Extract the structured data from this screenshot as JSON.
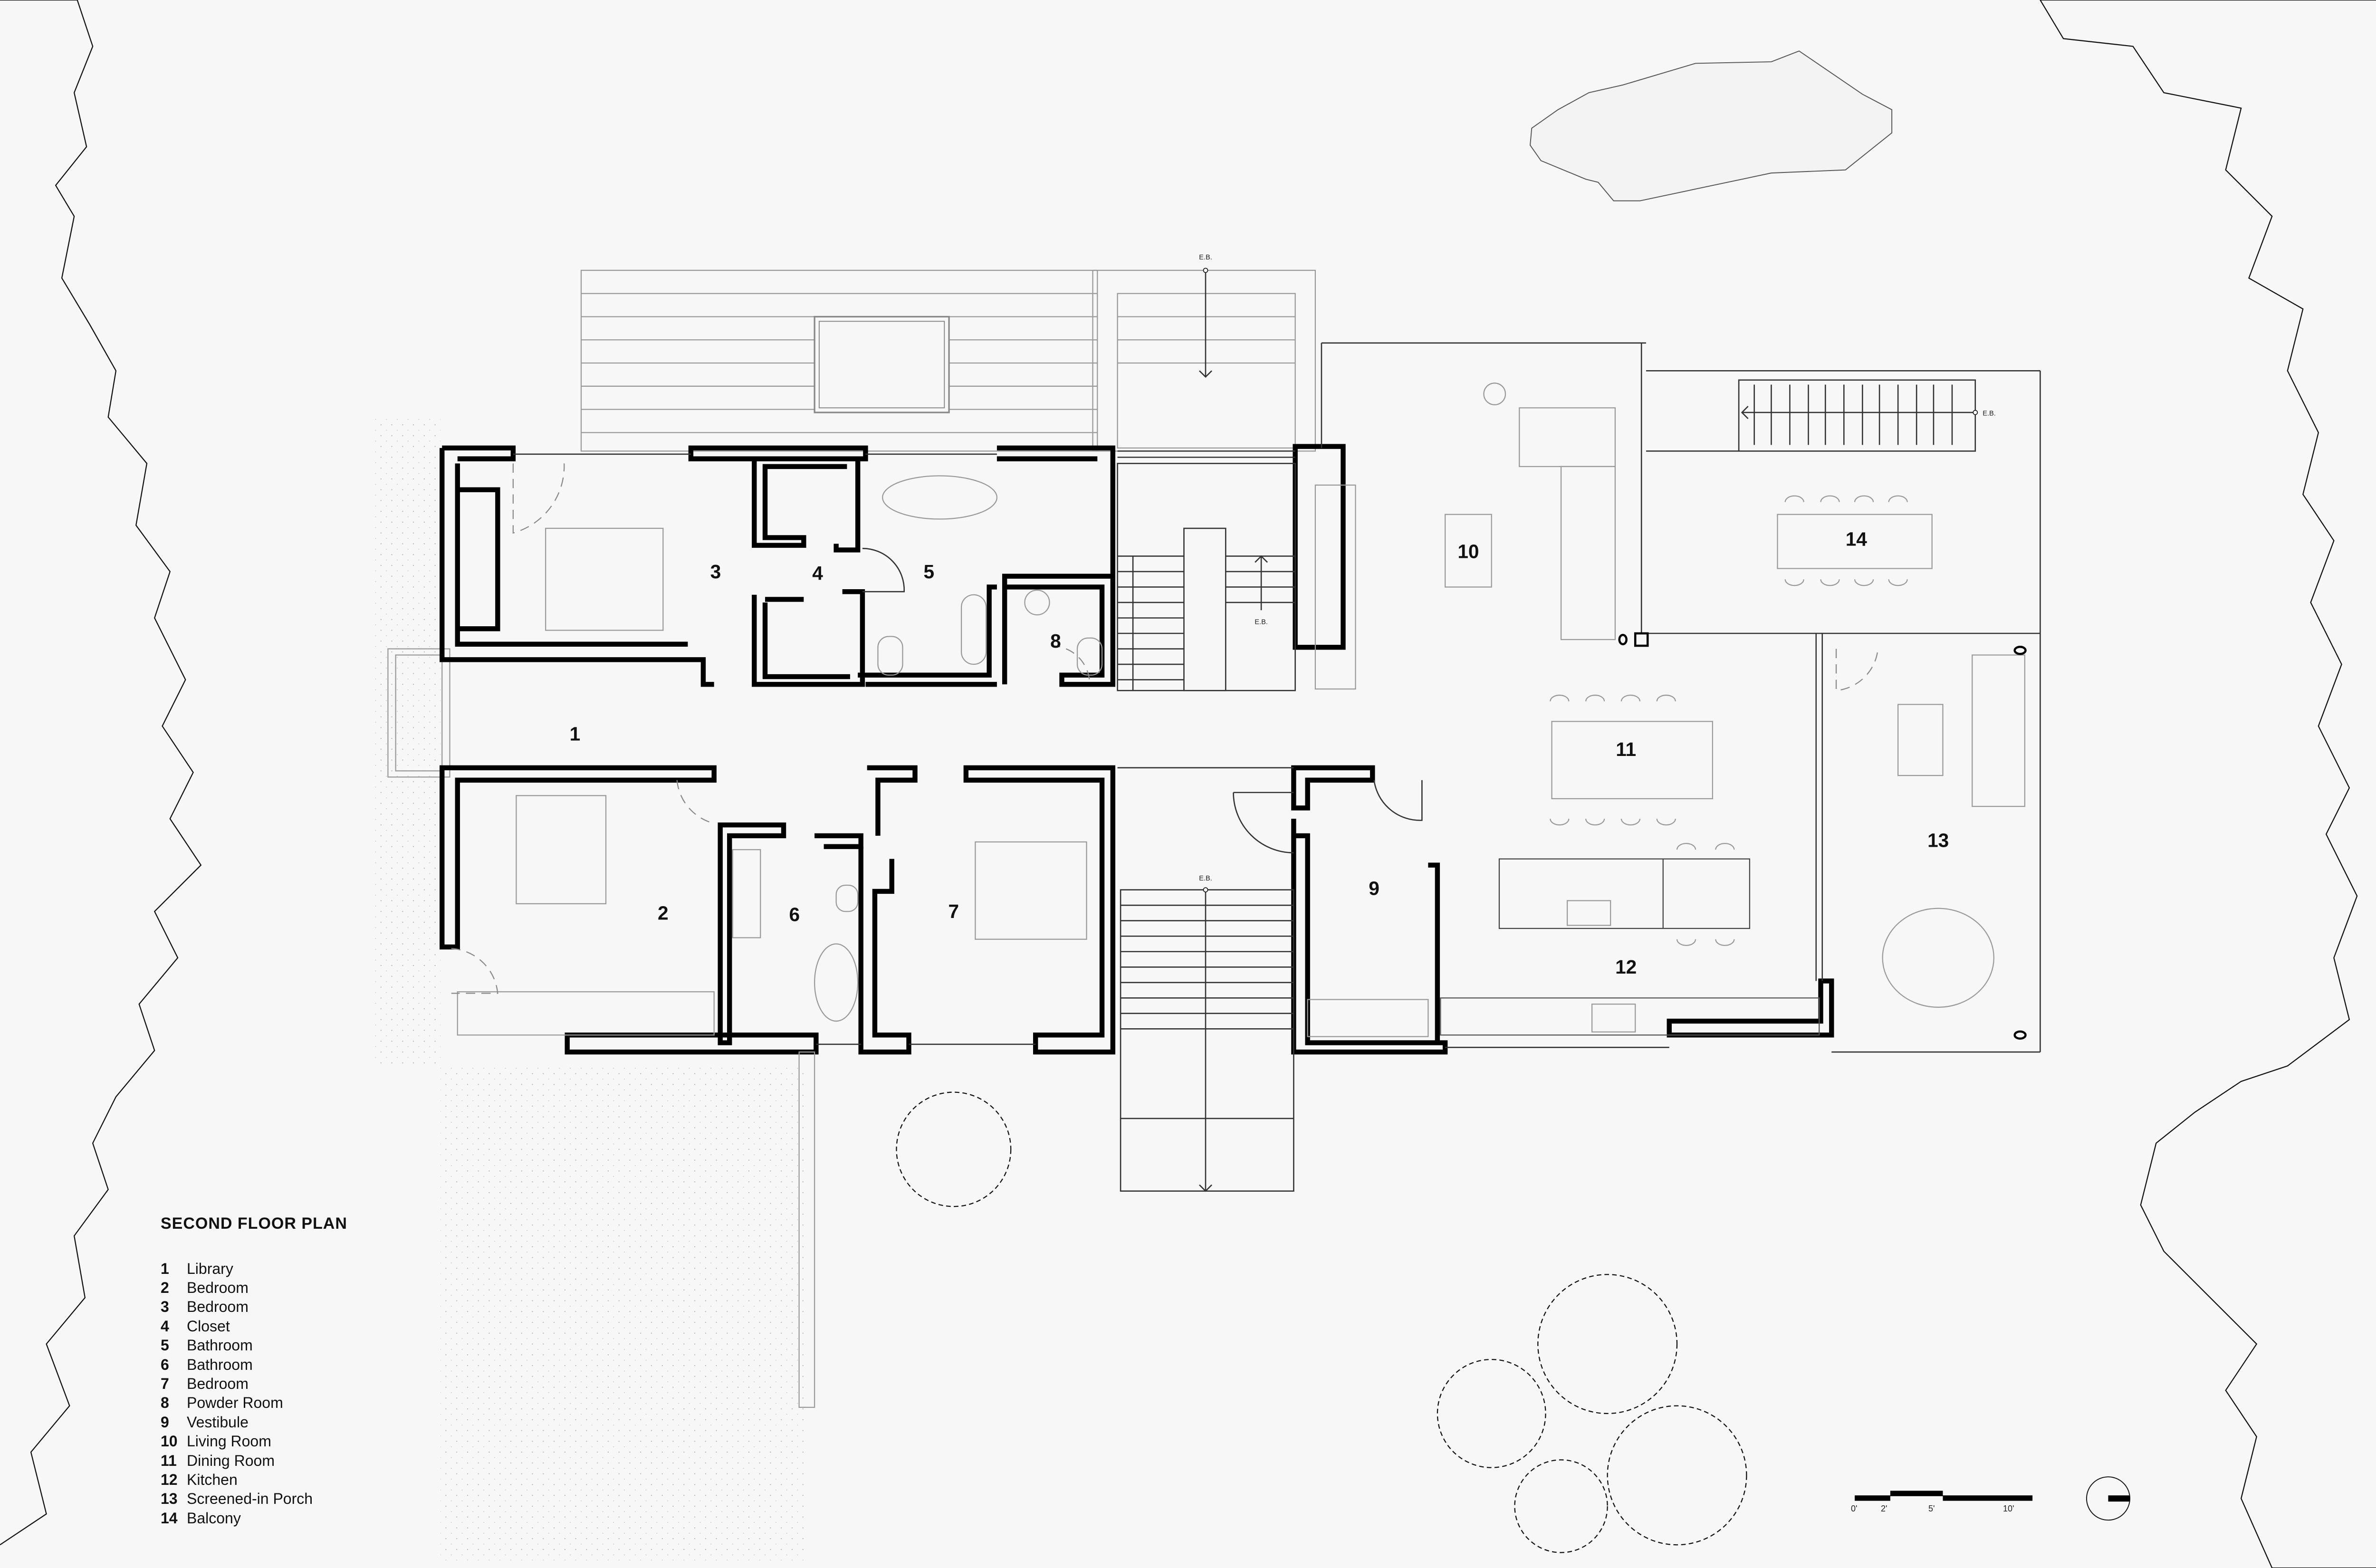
{
  "title": "SECOND FLOOR PLAN",
  "legend": [
    {
      "num": "1",
      "label": "Library"
    },
    {
      "num": "2",
      "label": "Bedroom"
    },
    {
      "num": "3",
      "label": "Bedroom"
    },
    {
      "num": "4",
      "label": "Closet"
    },
    {
      "num": "5",
      "label": "Bathroom"
    },
    {
      "num": "6",
      "label": "Bathroom"
    },
    {
      "num": "7",
      "label": "Bedroom"
    },
    {
      "num": "8",
      "label": "Powder Room"
    },
    {
      "num": "9",
      "label": "Vestibule"
    },
    {
      "num": "10",
      "label": "Living Room"
    },
    {
      "num": "11",
      "label": "Dining Room"
    },
    {
      "num": "12",
      "label": "Kitchen"
    },
    {
      "num": "13",
      "label": "Screened-in Porch"
    },
    {
      "num": "14",
      "label": "Balcony"
    }
  ],
  "room_tags": {
    "r1": "1",
    "r2": "2",
    "r3": "3",
    "r4": "4",
    "r5": "5",
    "r6": "6",
    "r7": "7",
    "r8": "8",
    "r9": "9",
    "r10": "10",
    "r11": "11",
    "r12": "12",
    "r13": "13",
    "r14": "14"
  },
  "stair_labels": {
    "north_exterior": "E.B.",
    "interior_up": "E.B.",
    "balcony_stair": "E.B.",
    "south_entry": "E.B."
  },
  "scale_bar": {
    "ticks": [
      "0'",
      "2'",
      "5'",
      "10'"
    ]
  },
  "north_arrow": {
    "icon": "north-arrow-icon"
  }
}
